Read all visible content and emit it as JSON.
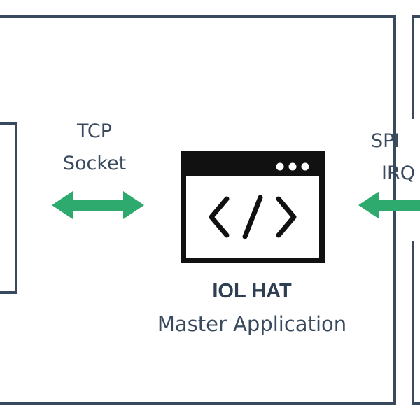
{
  "tcp_link": {
    "line1": "TCP",
    "line2": "Socket"
  },
  "spi_link": {
    "line1": "SPI",
    "line2": "IRQ"
  },
  "application": {
    "name": "IOL HAT",
    "subtitle": "Master Application",
    "icon": "code-window-icon"
  },
  "colors": {
    "border": "#3a4a5e",
    "arrow": "#2eaa6e",
    "icon": "#111111",
    "text": "#3a4a5e"
  }
}
